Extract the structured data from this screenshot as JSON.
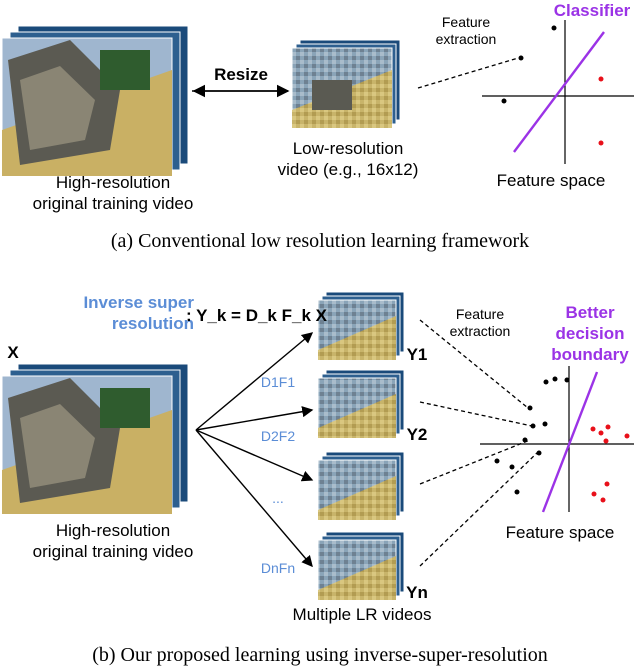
{
  "panel_a": {
    "input_label_line1": "High-resolution",
    "input_label_line2": "original training video",
    "resize_label": "Resize",
    "lr_label_line1": "Low-resolution",
    "lr_label_line2": "video (e.g., 16x12)",
    "feature_extraction_line1": "Feature",
    "feature_extraction_line2": "extraction",
    "classifier_label": "Classifier",
    "feature_space_label": "Feature space",
    "caption": "(a) Conventional low resolution learning framework"
  },
  "panel_b": {
    "inverse_sr_line1": "Inverse super",
    "inverse_sr_line2": "resolution",
    "equation": ": Y_k = D_k F_k X",
    "x_label": "X",
    "input_label_line1": "High-resolution",
    "input_label_line2": "original training video",
    "ops": [
      "D1F1",
      "D2F2",
      "...",
      "DnFn"
    ],
    "outputs": [
      "Y1",
      "Y2",
      "Yn"
    ],
    "feature_extraction_line1": "Feature",
    "feature_extraction_line2": "extraction",
    "boundary_line1": "Better",
    "boundary_line2": "decision",
    "boundary_line3": "boundary",
    "feature_space_label": "Feature space",
    "multi_lr_label": "Multiple LR videos",
    "caption": "(b) Our proposed learning using inverse-super-resolution"
  },
  "colors": {
    "blue": "#5b8dd6",
    "purple": "#9b33e6",
    "red": "#e8101a"
  }
}
